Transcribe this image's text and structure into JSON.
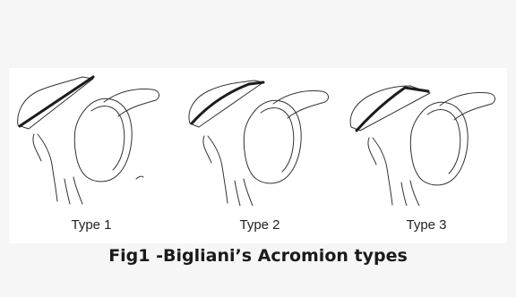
{
  "figure": {
    "panels": [
      {
        "label": "Type 1",
        "acromion_shape": "flat"
      },
      {
        "label": "Type 2",
        "acromion_shape": "curved"
      },
      {
        "label": "Type 3",
        "acromion_shape": "hooked"
      }
    ],
    "caption": "Fig1 -Bigliani’s Acromion types",
    "colors": {
      "line": "#2a2a2a",
      "acromion_edge": "#1c1c1c",
      "background": "#ffffff"
    }
  }
}
